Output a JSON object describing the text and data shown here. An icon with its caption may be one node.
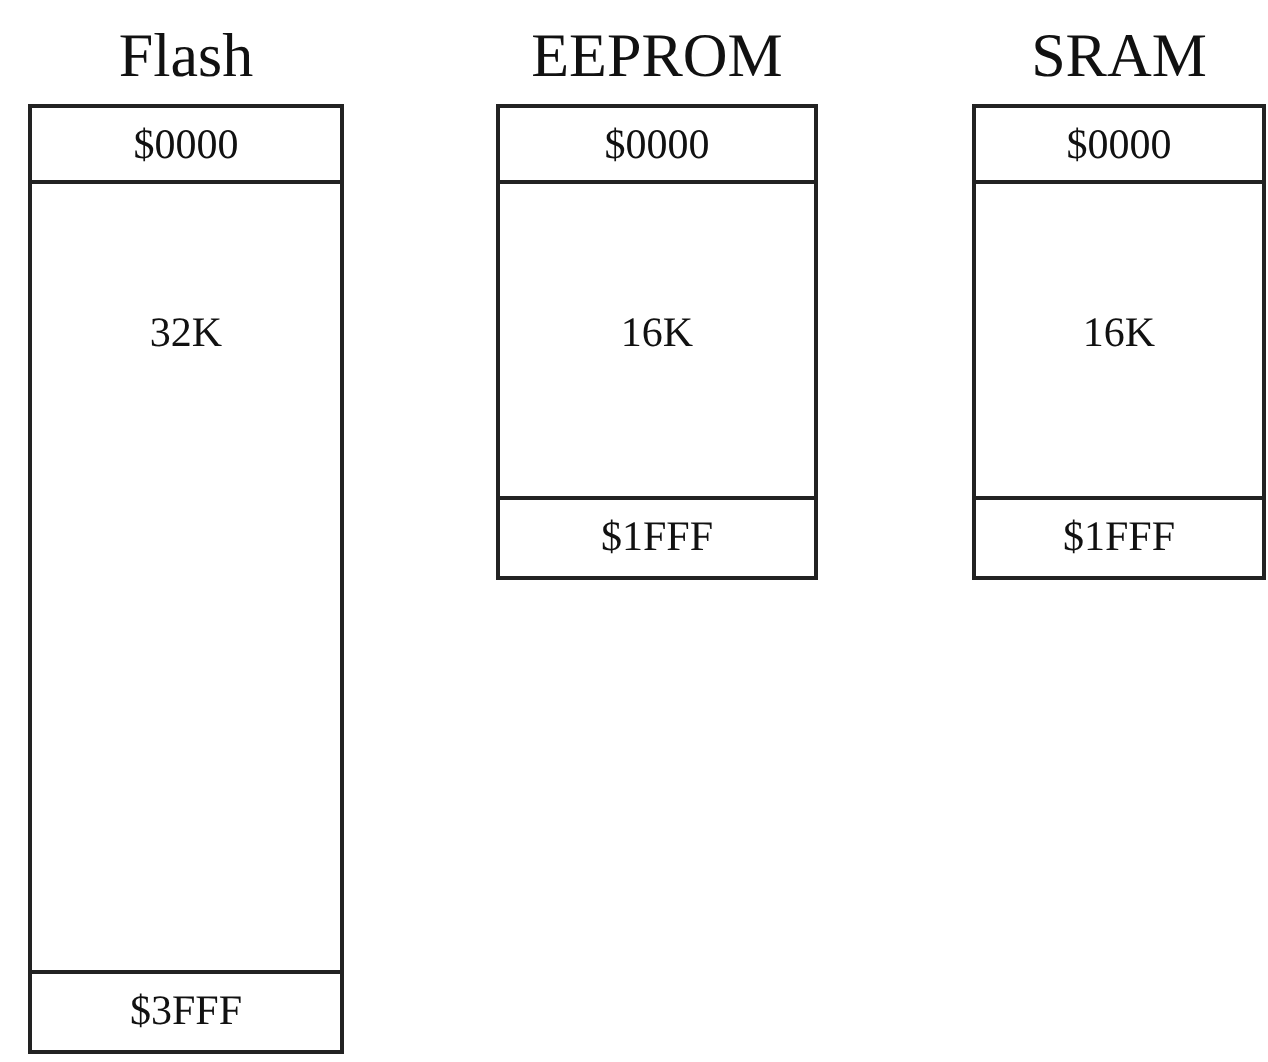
{
  "diagram": {
    "nodes": [
      {
        "text": [
          "Flash"
        ]
      },
      {
        "text": [
          "$0000"
        ],
        "in": 0
      },
      {
        "text": [
          "32K"
        ],
        "in": 0
      },
      {
        "text": [
          "$3FFF"
        ],
        "in": 0
      },
      {
        "text": [
          "EEPROM"
        ]
      },
      {
        "text": [
          "$0000"
        ],
        "in": 4
      },
      {
        "text": [
          "16K"
        ],
        "in": 4
      },
      {
        "text": [
          "$1FFF"
        ],
        "in": 4
      },
      {
        "text": [
          "SRAM"
        ]
      },
      {
        "text": [
          "$0000"
        ],
        "in": 8
      },
      {
        "text": [
          "16K"
        ],
        "in": 8
      },
      {
        "text": [
          "$1FFF"
        ],
        "in": 8
      }
    ]
  }
}
